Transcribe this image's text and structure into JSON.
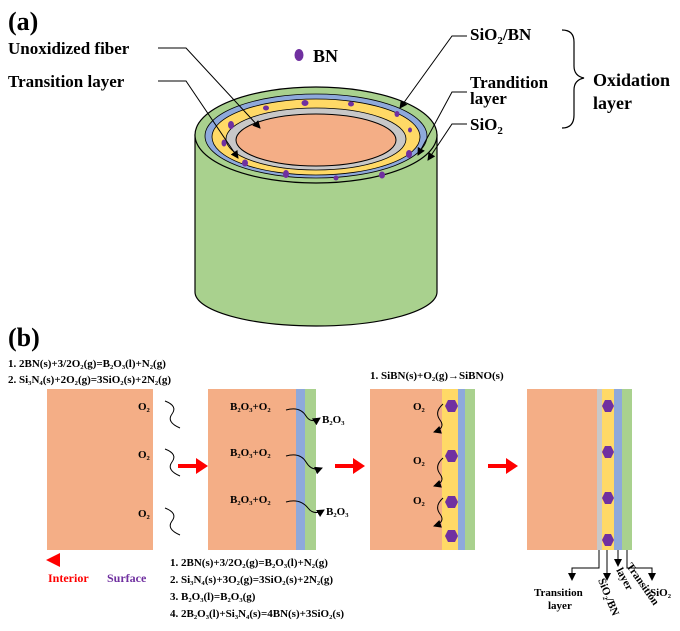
{
  "panel_a": {
    "label": "(a)",
    "legend_bn": "BN",
    "left_labels": {
      "unoxidized": "Unoxidized fiber",
      "transition": "Transition layer"
    },
    "right_labels": {
      "sio2bn_main": "SiO",
      "sio2bn_sub": "2",
      "sio2bn_tail": "/BN",
      "trandition_l1": "Trandition",
      "trandition_l2": "layer",
      "sio2_main": "SiO",
      "sio2_sub": "2",
      "oxidation_l1": "Oxidation",
      "oxidation_l2": "layer"
    },
    "colors": {
      "fiber": "#f4ae86",
      "transition": "#c8c8c8",
      "sio2bn": "#ffd966",
      "blue_layer": "#8ea9db",
      "sio2": "#a9d18e",
      "bn_dot": "#7030a0"
    }
  },
  "panel_b": {
    "label": "(b)",
    "top_reactions": {
      "r1": "1. 2BN(s)+3/2O₂(g)=B₂O₃(l)+N₂(g)",
      "r2": "2. Si₃N₄(s)+2O₂(g)=3SiO₂(s)+2N₂(g)",
      "r3": "1. SiBN(s)+O₂(g)→SiBNO(s)"
    },
    "bottom_reactions": {
      "r1": "1. 2BN(s)+3/2O₂(g)=B₂O₃(l)+N₂(g)",
      "r2": "2. Si₃N₄(s)+3O₂(g)=3SiO₂(s)+2N₂(g)",
      "r3": "3. B₂O₃(l)=B₂O₃(g)",
      "r4": "4. 2B₂O₃(l)+Si₃N₄(s)=4BN(s)+3SiO₂(s)"
    },
    "o2_label": "O₂",
    "b2o3_o2_label": "B₂O₃+O₂",
    "b2o3_label": "B₂O₃",
    "interior_label": "Interior",
    "surface_label": "Surface",
    "bottom_labels": {
      "transition_l1": "Transition",
      "transition_l2": "layer",
      "sio2bn": "SiO₂/BN",
      "layer": "layer",
      "transition_rot": "Transition",
      "sio2": "SiO₂"
    },
    "colors": {
      "arrow_red": "#ff0000",
      "gradient_end": "#7030a0",
      "interior_text": "#ff0000",
      "surface_text": "#7030a0"
    }
  }
}
